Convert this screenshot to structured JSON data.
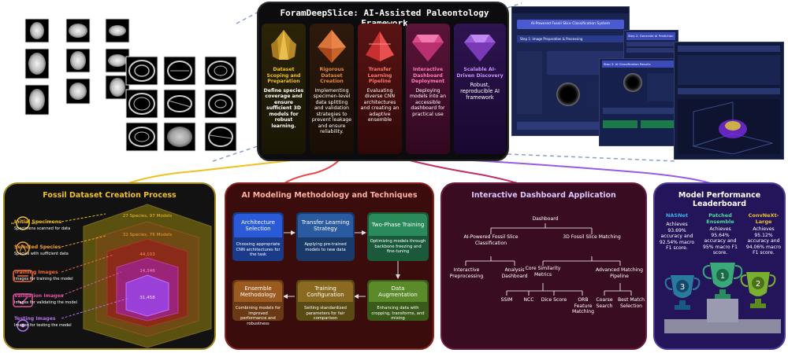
{
  "main": {
    "title": "ForamDeepSlice: AI-Assisted Paleontology Framework",
    "columns": [
      {
        "title": "Dataset Scoping and Preparation",
        "body": "Define species coverage and ensure sufficient 3D models for robust learning.",
        "color": "#f0c020"
      },
      {
        "title": "Rigorous Dataset Creation",
        "body": "Implementing specimen-level data splitting and validation strategies to prevent leakage and ensure reliability.",
        "color": "#e88a3a"
      },
      {
        "title": "Transfer Learning Pipeline",
        "body": "Evaluating diverse CNN architectures and creating an adaptive ensemble",
        "color": "#e84848"
      },
      {
        "title": "Interactive Dashboard Deployment",
        "body": "Deploying models into an accessible dashboard for practical use",
        "color": "#e85a9a"
      },
      {
        "title": "Scalable AI-Driven Discovery",
        "body": "Robust, reproducible AI framework",
        "color": "#b06ae8"
      }
    ]
  },
  "dataset_panel": {
    "title": "Fossil Dataset Creation Process",
    "stages": [
      {
        "label": "Initial Specimens",
        "desc": "Specimens scanned for data",
        "color": "#f0c020"
      },
      {
        "label": "Selected Species",
        "desc": "Species with sufficient data",
        "color": "#f0a030"
      },
      {
        "label": "Training Images",
        "desc": "Images for training the model",
        "color": "#f06a3a"
      },
      {
        "label": "Validation Images",
        "desc": "Images for validating the model",
        "color": "#e050a0"
      },
      {
        "label": "Testing Images",
        "desc": "Images for testing the model",
        "color": "#b070e8"
      }
    ],
    "hex_labels": [
      "27 Species, 97 Models",
      "32 Species, 76 Models",
      "44,103",
      "14,346",
      "31,458"
    ]
  },
  "ai_panel": {
    "title": "AI Modeling Methodology and Techniques",
    "steps": [
      {
        "title": "Architecture Selection",
        "desc": "Choosing appropriate CNN architectures for the task"
      },
      {
        "title": "Transfer Learning Strategy",
        "desc": "Applying pre-trained models to new data"
      },
      {
        "title": "Two-Phase Training",
        "desc": "Optimizing models through backbone freezing and fine-tuning"
      },
      {
        "title": "Ensemble Methodology",
        "desc": "Combining models for improved performance and robustness"
      },
      {
        "title": "Training Configuration",
        "desc": "Setting standardized parameters for fair comparison"
      },
      {
        "title": "Data Augmentation",
        "desc": "Enhancing data with cropping, transforms, and mixing"
      }
    ]
  },
  "dashboard_panel": {
    "title": "Interactive Dashboard Application",
    "root": "Dashboard",
    "branch1": "AI-Powered Fossil Slice Classification",
    "branch2": "3D Fossil Slice Matching",
    "b1_children": [
      "Interactive Preprocessing",
      "Analysis Dashboard"
    ],
    "b2_children": [
      "Core Similarity Metrics",
      "Advanced Matching Pipeline"
    ],
    "metrics": [
      "SSIM",
      "NCC",
      "Dice Score",
      "ORB Feature Matching"
    ],
    "pipeline": [
      "Coarse Search",
      "Best Match Selection"
    ]
  },
  "leaderboard_panel": {
    "title": "Model Performance Leaderboard",
    "entries": [
      {
        "name": "NASNet",
        "text": "Achieves 93.69% accuracy and 92.54% macro F1 score.",
        "rank": "3",
        "color": "#3ab0e8"
      },
      {
        "name": "Patched Ensemble",
        "text": "Achieves 95.64% accuracy and 95% macro F1 score.",
        "rank": "1",
        "color": "#4ad8a0"
      },
      {
        "name": "ConvNeXt-Large",
        "text": "Achieves 95.12% accuracy and 94.06% macro F1 score.",
        "rank": "2",
        "color": "#e8c030"
      }
    ]
  },
  "screenshots": {
    "s1_title": "AI-Powered Fossil Slice Classification System",
    "s1_step": "Step 1: Image Preparation & Processing",
    "s2_step": "Step 2: Generate AI Prediction",
    "s3_step": "Step 3: AI Classification Results"
  },
  "colors": {
    "gold": "#f0c020",
    "orange": "#e88a3a",
    "red": "#e84848",
    "pink": "#e85a9a",
    "purple": "#b06ae8"
  }
}
